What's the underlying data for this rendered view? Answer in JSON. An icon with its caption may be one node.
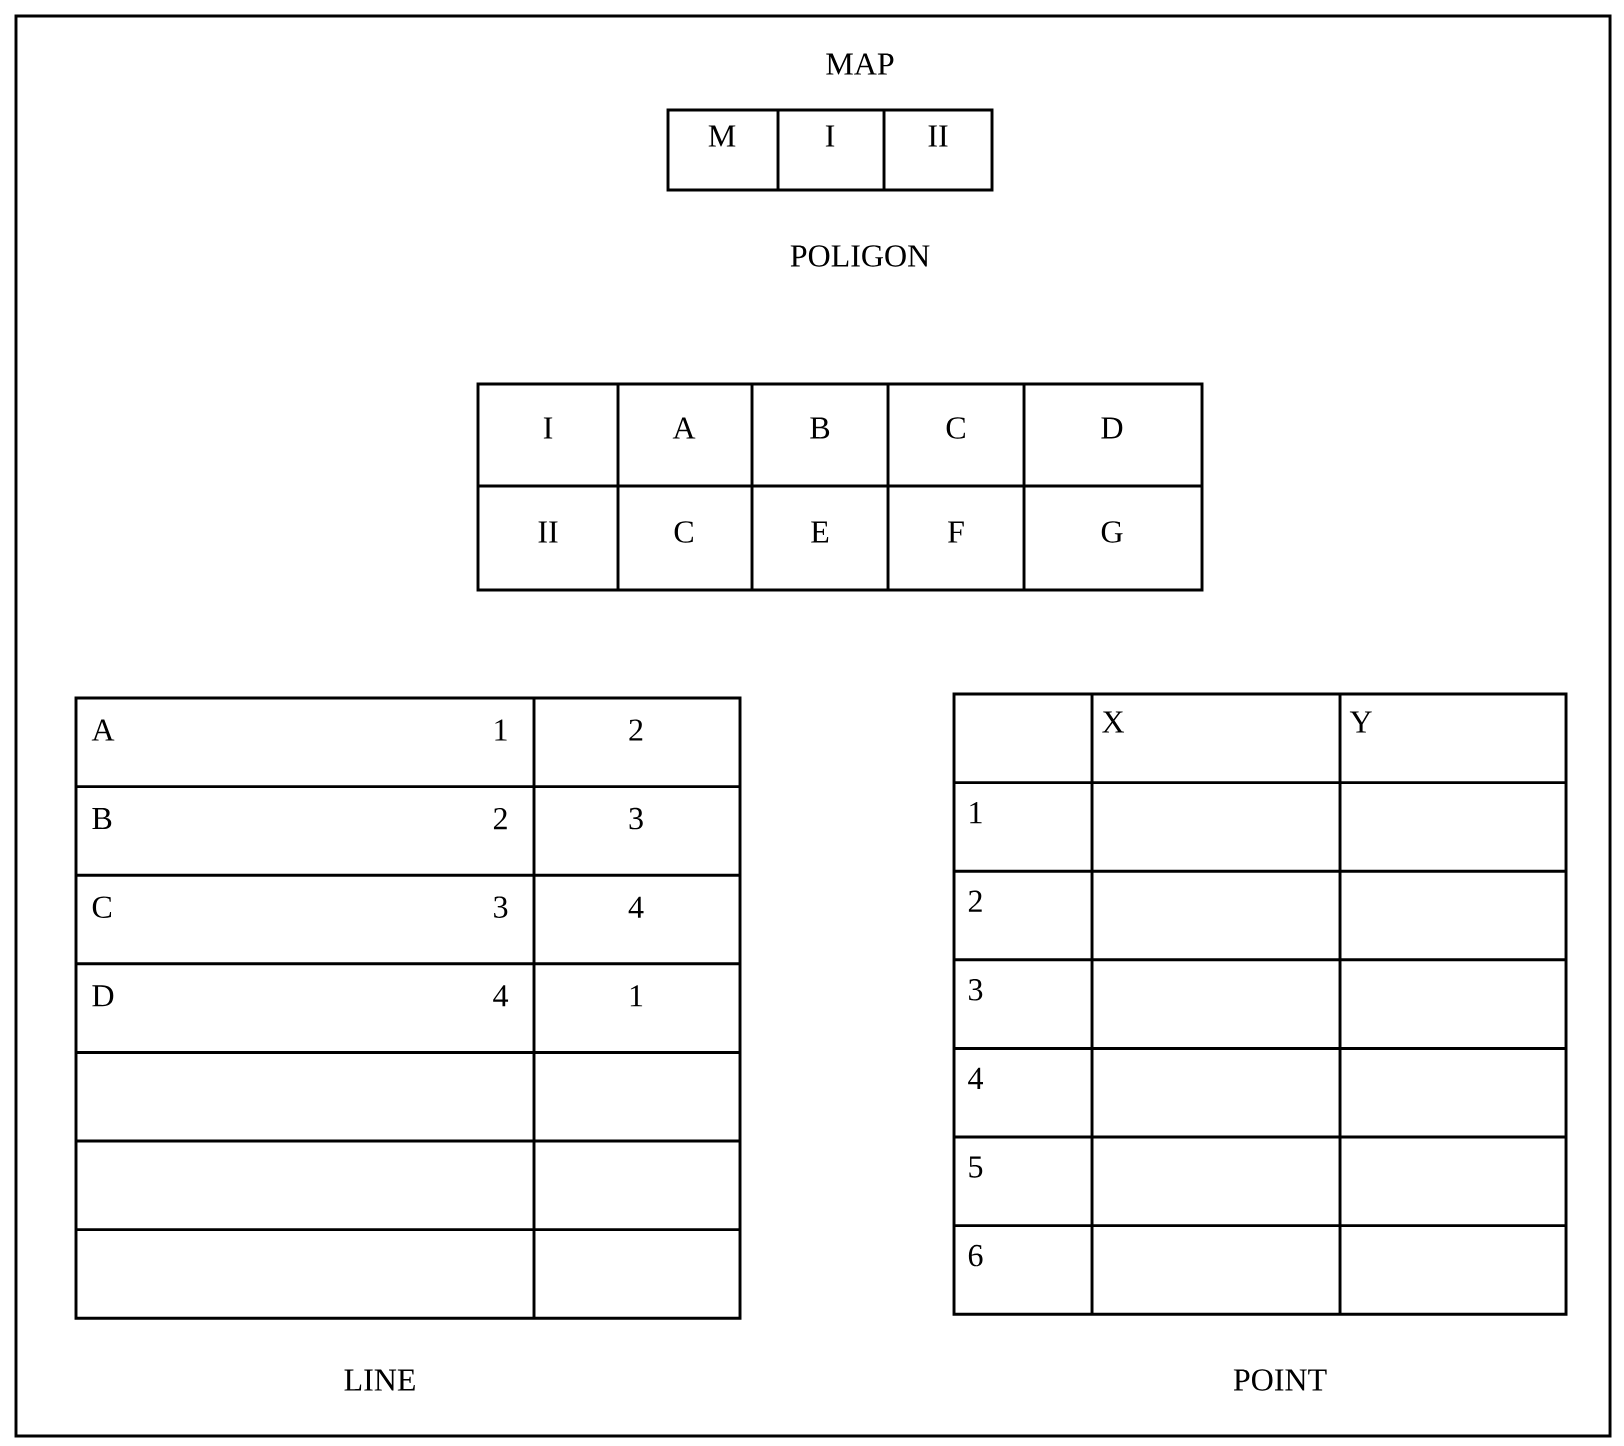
{
  "diagram": {
    "labels": [
      "MAP",
      "M",
      "I",
      "II",
      "POLIGON",
      "I",
      "A",
      "B",
      "C",
      "D",
      "II",
      "C",
      "E",
      "F",
      "G",
      "A",
      "1",
      "2",
      "B",
      "2",
      "3",
      "C",
      "3",
      "4",
      "D",
      "4",
      "1",
      "X",
      "Y",
      "1",
      "2",
      "3",
      "4",
      "5",
      "6",
      "LINE",
      "POINT"
    ]
  }
}
